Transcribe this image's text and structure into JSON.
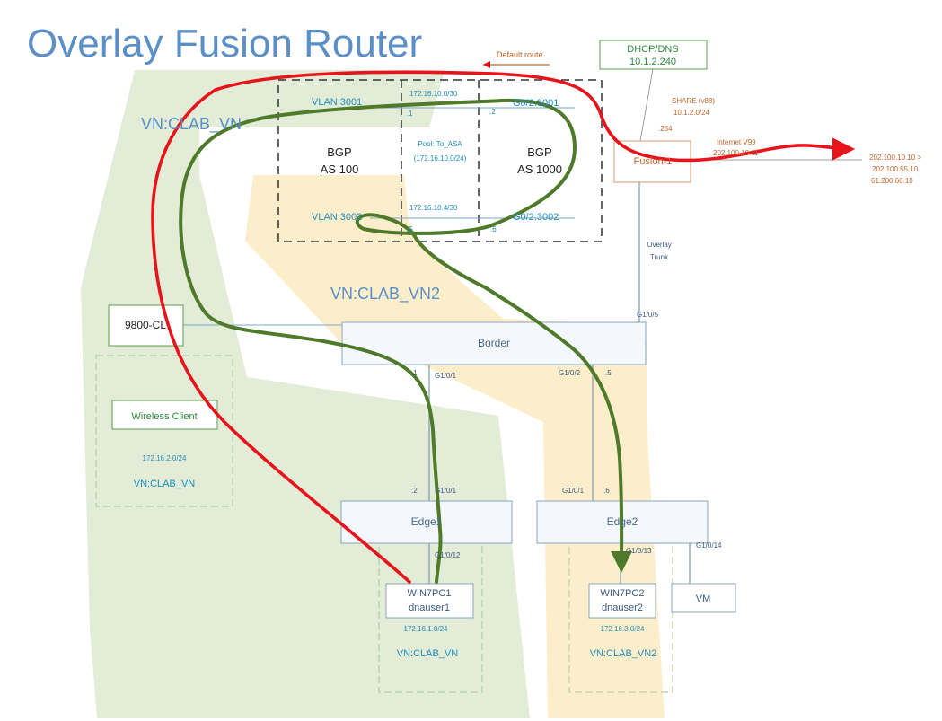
{
  "title": "Overlay Fusion Router",
  "colors": {
    "title": "#5b8fc8",
    "vn_green_fill": "#e2ecd7",
    "vn_tan_fill": "#fdeecb",
    "red_path": "#e8141b",
    "green_path": "#4e7a2a",
    "orange_text": "#c0632b",
    "blue_text": "#1f8fbf"
  },
  "labels": {
    "default_route": "Default route",
    "dhcp_title": "DHCP/DNS",
    "dhcp_ip": "10.1.2.240",
    "share_title": "SHARE (v88)",
    "share_subnet": "10.1.2.0/24",
    "share_host": ".254",
    "internet_title": "Internet V99",
    "internet_ip": "202.100.10.11",
    "dest_ip_1": "202.100.10.10 >",
    "dest_ip_2": "202.100.55.10",
    "dest_ip_3": "61.200.66.10",
    "fusion": "Fusion-1",
    "overlay_trunk_1": "Overlay",
    "overlay_trunk_2": "Trunk",
    "vlan3001": "VLAN 3001",
    "vlan3002": "VLAN 3002",
    "net_3001": "172.16.10.0/30",
    "net_3002": "172.16.10.4/30",
    "pool_1": "Pool: To_ASA",
    "pool_2": "(172.16.10.0/24)",
    "host_1": ".1",
    "host_2": ".2",
    "host_5": ".5",
    "host_6": ".6",
    "g0_3001": "G0/2.3001",
    "g0_3002": "G0/2.3002",
    "bgp_left": "BGP",
    "as_left": "AS 100",
    "bgp_right": "BGP",
    "as_right": "AS 1000",
    "vn_clab_vn_big": "VN:CLAB_VN",
    "vn_clab_vn2_big": "VN:CLAB_VN2",
    "wlc": "9800-CL",
    "border": "Border",
    "g1_0_5": "G1/0/5",
    "border_p1_host": ".1",
    "border_p1": "G1/0/1",
    "border_p2": "G1/0/2",
    "border_p2_host": ".5",
    "wireless_client": "Wireless Client",
    "wireless_subnet": "172.16.2.0/24",
    "wireless_vn": "VN:CLAB_VN",
    "edge1_host": ".2",
    "edge1_p1": "G1/0/1",
    "edge1": "Edge1",
    "edge1_p12": "G1/0/12",
    "edge2_p1": "G1/0/1",
    "edge2_host": ".6",
    "edge2": "Edge2",
    "edge2_p13": "G1/0/13",
    "edge2_p14": "G1/0/14",
    "win7pc1_1": "WIN7PC1",
    "win7pc1_2": "dnauser1",
    "pc1_subnet": "172.16.1.0/24",
    "pc1_vn": "VN:CLAB_VN",
    "win7pc2_1": "WIN7PC2",
    "win7pc2_2": "dnauser2",
    "pc2_subnet": "172.16.3.0/24",
    "pc2_vn": "VN:CLAB_VN2",
    "vm": "VM"
  }
}
